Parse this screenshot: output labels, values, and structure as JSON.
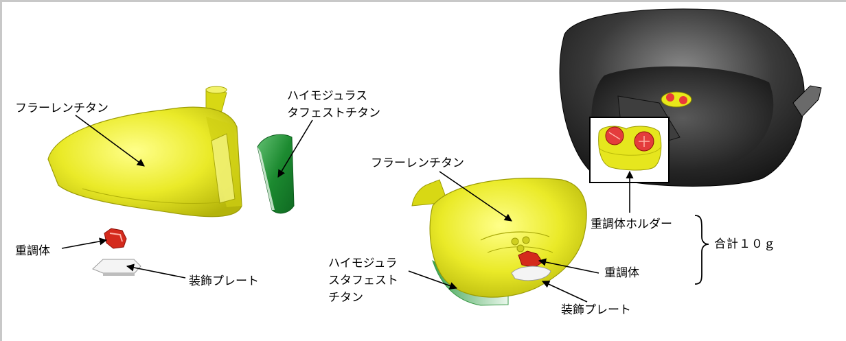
{
  "labels": {
    "left_body": "フラーレンチタン",
    "left_face_line1": "ハイモジュラス",
    "left_face_line2": "タフェストチタン",
    "left_weight": "重調体",
    "left_plate": "装飾プレート",
    "right_body": "フラーレンチタン",
    "right_face_line1": "ハイモジュラ",
    "right_face_line2": "スタフェスト",
    "right_face_line3": "チタン",
    "right_weight": "重調体",
    "right_plate": "装飾プレート",
    "holder": "重調体ホルダー",
    "total": "合計１０ｇ"
  },
  "colors": {
    "body_yellow": "#e6e61e",
    "face_green": "#1f8a33",
    "weight_red": "#d42a1c",
    "plate_white": "#f4f4f4",
    "photo_dark": "#2a2a2a"
  }
}
